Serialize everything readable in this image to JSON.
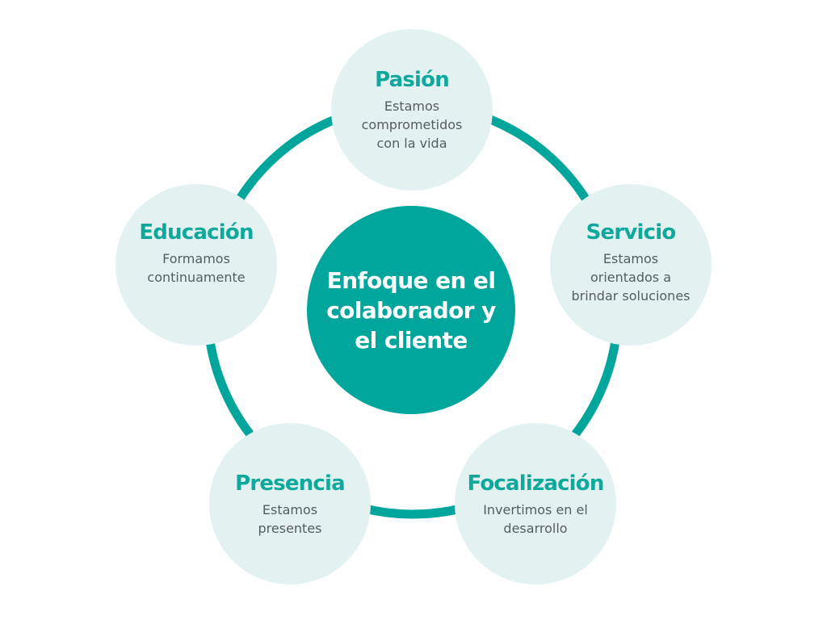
{
  "diagram": {
    "center": {
      "label": "Enfoque en el colaborador y el cliente"
    },
    "nodes": [
      {
        "title": "Pasión",
        "description": "Estamos\ncomprometidos\ncon la vida"
      },
      {
        "title": "Servicio",
        "description": "Estamos\norientados a\nbrindar soluciones"
      },
      {
        "title": "Focalización",
        "description": "Invertimos en el\ndesarrollo"
      },
      {
        "title": "Presencia",
        "description": "Estamos\npresentes"
      },
      {
        "title": "Educación",
        "description": "Formamos\ncontinuamente"
      }
    ],
    "colors": {
      "primary": "#00a59b",
      "node_fill": "#e3f2f1",
      "title_text": "#0fa89c",
      "body_text": "#555c63"
    }
  }
}
